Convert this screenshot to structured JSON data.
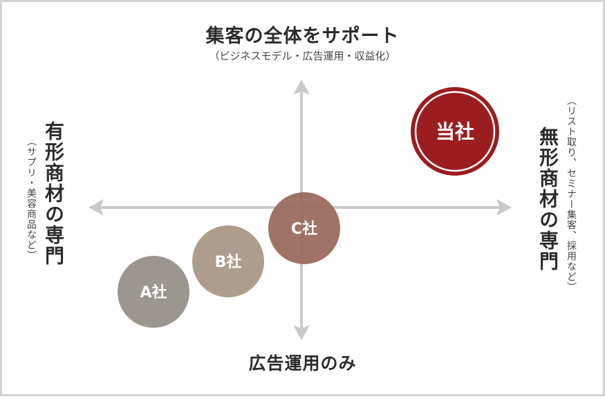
{
  "labels": {
    "top_main": "集客の全体をサポート",
    "top_sub": "（ビジネスモデル・広告運用・収益化）",
    "bottom_main": "広告運用のみ",
    "left_main": "有形商材の専門",
    "left_sub": "（サプリ・美容商品など）",
    "right_main": "無形商材の専門",
    "right_sub": "（リスト取り、セミナー集客、採用など）"
  },
  "companies": [
    {
      "name": "当社",
      "color": "#9b1d20",
      "ring": true
    },
    {
      "name": "C社",
      "color": "#9a6b5e",
      "ring": false
    },
    {
      "name": "B社",
      "color": "#ad9d8d",
      "ring": false
    },
    {
      "name": "A社",
      "color": "#9b9690",
      "ring": false
    }
  ],
  "colors": {
    "axis": "#c9c9c9",
    "frame": "#d2d2d2",
    "text": "#2b2b2b"
  }
}
